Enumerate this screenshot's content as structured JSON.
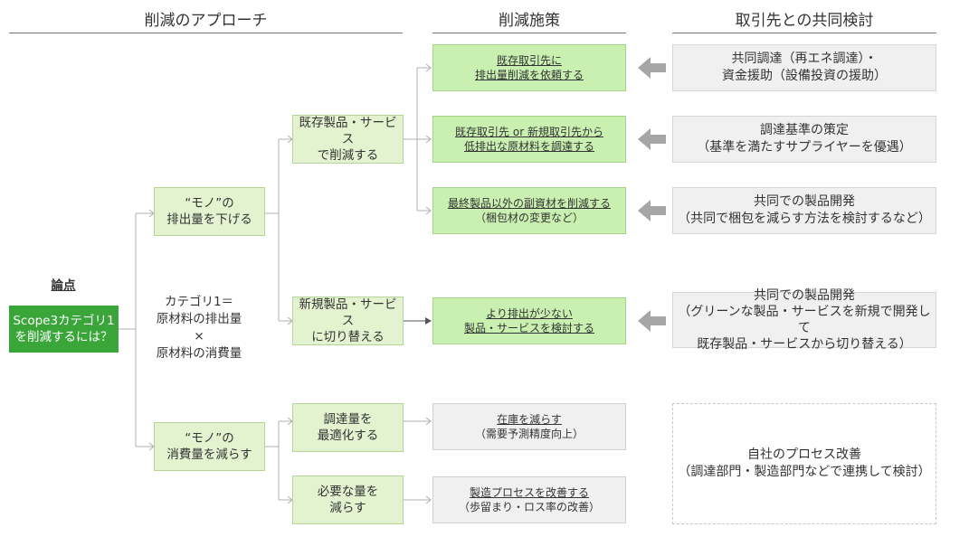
{
  "headers": {
    "approach": "削減のアプローチ",
    "measures": "削減施策",
    "joint": "取引先との共同検討"
  },
  "issue": {
    "label": "論点",
    "root_line1": "Scope3カテゴリ1",
    "root_line2": "を削減するには？"
  },
  "formula": {
    "line1": "カテゴリ1＝",
    "line2": "原材料の排出量",
    "line3": "×",
    "line4": "原材料の消費量"
  },
  "level1": [
    {
      "line1": "“モノ”の",
      "line2": "排出量を下げる"
    },
    {
      "line1": "“モノ”の",
      "line2": "消費量を減らす"
    }
  ],
  "level2": [
    {
      "line1": "既存製品・サービス",
      "line2": "で削減する"
    },
    {
      "line1": "新規製品・サービス",
      "line2": "に切り替える"
    },
    {
      "line1": "調達量を",
      "line2": "最適化する"
    },
    {
      "line1": "必要な量を",
      "line2": "減らす"
    }
  ],
  "measures": [
    {
      "line1": "既存取引先に",
      "line2": "排出量削減を依頼する"
    },
    {
      "line1": "既存取引先 or 新規取引先から",
      "line2": "低排出な原材料を調達する"
    },
    {
      "line1": "最終製品以外の副資材を削減する",
      "line2": "（梱包材の変更など）"
    },
    {
      "line1": "より排出が少ない",
      "line2": "製品・サービスを検討する"
    },
    {
      "line1": "在庫を減らす",
      "line2": "（需要予測精度向上）"
    },
    {
      "line1": "製造プロセスを改善する",
      "line2": "（歩留まり・ロス率の改善）"
    }
  ],
  "joint": [
    {
      "line1": "共同調達（再エネ調達）・",
      "line2": "資金援助（設備投資の援助）",
      "line3": ""
    },
    {
      "line1": "調達基準の策定",
      "line2": "（基準を満たすサプライヤーを優遇）",
      "line3": ""
    },
    {
      "line1": "共同での製品開発",
      "line2": "（共同で梱包を減らす方法を検討するなど）",
      "line3": ""
    },
    {
      "line1": "共同での製品開発",
      "line2": "（グリーンな製品・サービスを新規で開発して",
      "line3": "既存製品・サービスから切り替える）"
    }
  ],
  "internal": {
    "line1": "自社のプロセス改善",
    "line2": "（調達部門・製造部門などで連携して検討）"
  },
  "colors": {
    "root": "#3aa63a",
    "green_light": "#e3f3d0",
    "green_bright": "#c9f0b0",
    "gray": "#f0f0f0",
    "arrow": "#a6a6a6"
  }
}
